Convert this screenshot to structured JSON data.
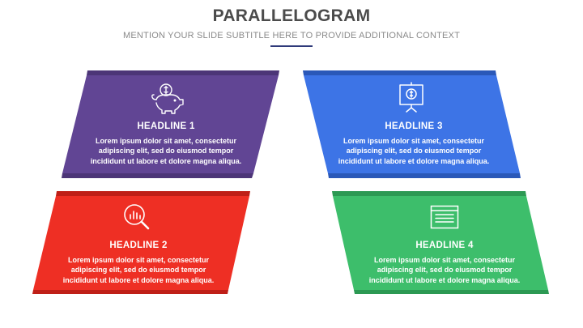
{
  "slide": {
    "title": "PARALLELOGRAM",
    "subtitle": "MENTION YOUR SLIDE SUBTITLE HERE TO PROVIDE ADDITIONAL CONTEXT"
  },
  "colors": {
    "card1": "#614594",
    "card1_dark": "#4c3577",
    "card2": "#ee2f24",
    "card2_dark": "#bf1f17",
    "card3": "#3d74e6",
    "card3_dark": "#2a58b8",
    "card4": "#3dbe6b",
    "card4_dark": "#2c9953"
  },
  "cards": [
    {
      "headline": "HEADLINE 1",
      "body": "Lorem ipsum dolor sit amet, consectetur adipiscing elit, sed do eiusmod tempor incididunt ut labore et dolore magna aliqua.",
      "icon": "piggy-bank-icon"
    },
    {
      "headline": "HEADLINE 2",
      "body": "Lorem ipsum dolor sit amet, consectetur adipiscing elit, sed do eiusmod tempor incididunt ut labore et dolore magna aliqua.",
      "icon": "magnifier-chart-icon"
    },
    {
      "headline": "HEADLINE 3",
      "body": "Lorem ipsum dolor sit amet, consectetur adipiscing elit, sed do eiusmod tempor incididunt ut labore et dolore magna aliqua.",
      "icon": "presentation-board-icon"
    },
    {
      "headline": "HEADLINE 4",
      "body": "Lorem ipsum dolor sit amet, consectetur adipiscing elit, sed do eiusmod tempor incididunt ut labore et dolore magna aliqua.",
      "icon": "document-list-icon"
    }
  ]
}
